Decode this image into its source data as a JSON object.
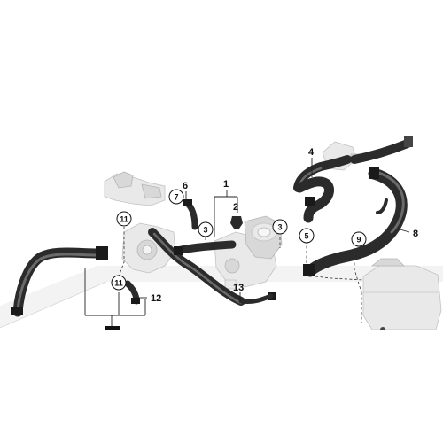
{
  "labels": {
    "n1": "1",
    "n2": "2",
    "n3a": "3",
    "n3b": "3",
    "n4": "4",
    "n5": "5",
    "n6": "6",
    "n7": "7",
    "n8": "8",
    "n9": "9",
    "n11a": "11",
    "n11b": "11",
    "n12": "12",
    "n13": "13"
  }
}
